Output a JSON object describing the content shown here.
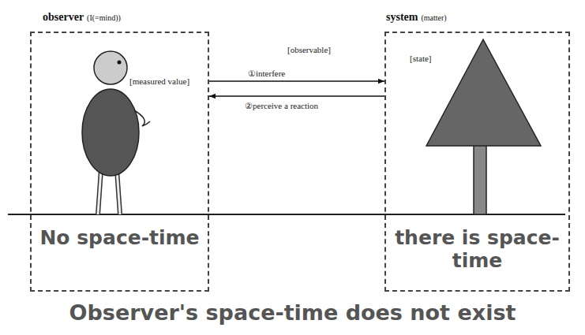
{
  "diagram": {
    "caption": "Observer's space-time does not exist",
    "nodes": [
      {
        "text": [
          "observer",
          "(I(=mind))",
          "[measured value]",
          "No space-time"
        ]
      },
      {
        "text": [
          "system",
          "(matter)",
          "[state]",
          "there is space-time"
        ]
      }
    ],
    "edges": [
      {
        "from": 0,
        "to": 1,
        "arrow": "to",
        "label": "①interfere"
      },
      {
        "from": 1,
        "to": 0,
        "arrow": "to",
        "label": "②perceive a reaction"
      }
    ],
    "labels": [
      "[observable]"
    ]
  }
}
